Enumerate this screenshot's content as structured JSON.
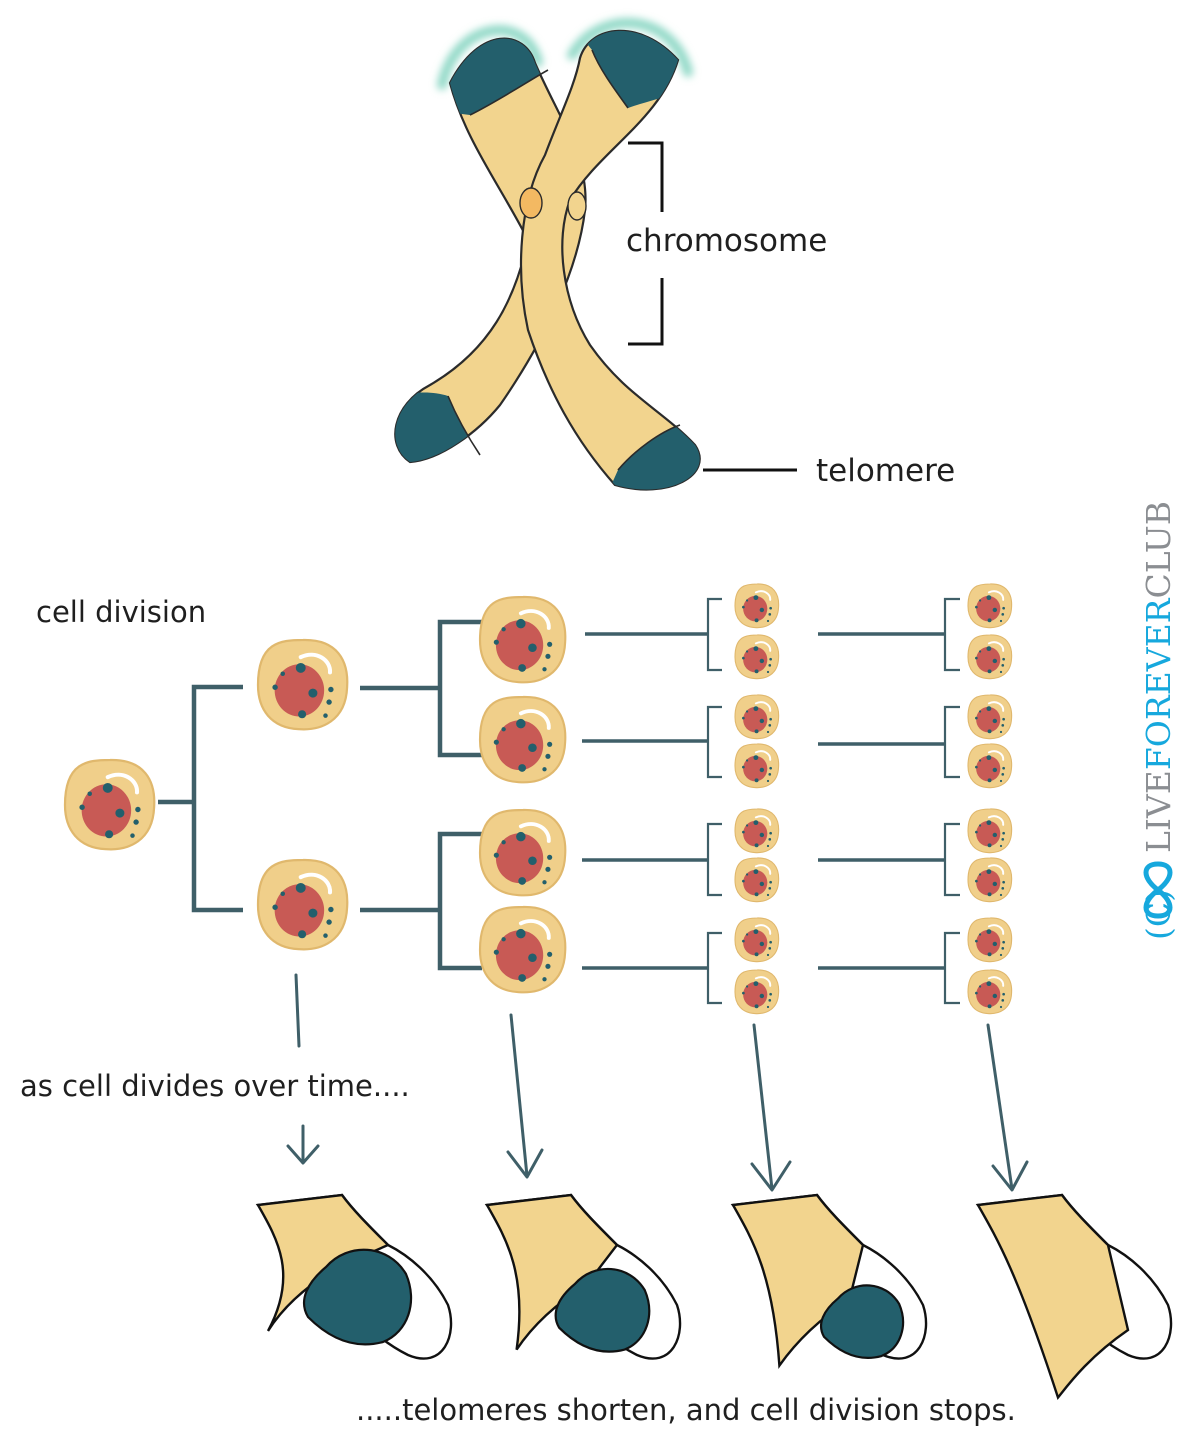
{
  "labels": {
    "chromosome": "chromosome",
    "telomere": "telomere",
    "cell_division": "cell division",
    "over_time": "as cell divides over time....",
    "conclusion": ".....telomeres shorten, and cell division stops."
  },
  "watermark": {
    "prefix": "(C)",
    "word1": "LIVE",
    "word2": "FOREVER",
    "word3": "CLUB"
  },
  "telomere_stages": [
    1.0,
    0.72,
    0.48,
    0.0
  ],
  "colors": {
    "chromatid": "#f2d48e",
    "telomere": "#235f6c",
    "glow": "#8fd8c6",
    "centromere": "#f3b962",
    "cell_body": "#f0cf8a",
    "nucleus": "#c85a55",
    "tree_line": "#3f5f68",
    "accent": "#16a8dd",
    "watermark_grey": "#8b8e92"
  }
}
